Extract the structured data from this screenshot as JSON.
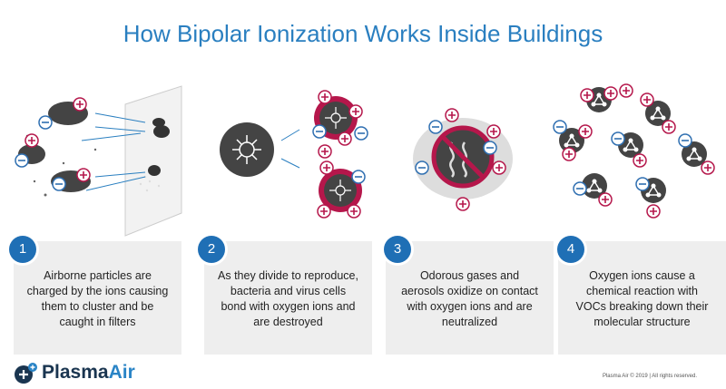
{
  "title": "How Bipolar Ionization Works Inside Buildings",
  "steps": [
    {
      "number": "1",
      "text": "Airborne particles are charged by the ions causing them to cluster and be caught in filters"
    },
    {
      "number": "2",
      "text": "As they divide to reproduce, bacteria and virus cells bond with oxygen ions and are destroyed"
    },
    {
      "number": "3",
      "text": "Odorous gases and aerosols oxidize on contact with oxygen ions and are neutralized"
    },
    {
      "number": "4",
      "text": "Oxygen ions cause a chemical reaction with VOCs breaking down their molecular structure"
    }
  ],
  "logo": {
    "part1": "Plasma",
    "part2": "Air"
  },
  "copyright": "Plasma Air © 2019 | All rights reserved.",
  "colors": {
    "title": "#2a7fc0",
    "step_circle": "#1f6fb5",
    "positive_ion": "#b5174b",
    "negative_ion": "#2f6fb1",
    "particle": "#444444"
  }
}
